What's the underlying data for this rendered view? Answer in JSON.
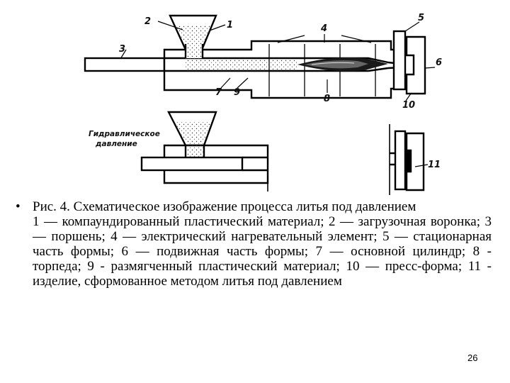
{
  "figure": {
    "labels": {
      "l1": "1",
      "l2": "2",
      "l3": "3",
      "l4": "4",
      "l5": "5",
      "l6": "6",
      "l7": "7",
      "l8": "8",
      "l9": "9",
      "l10": "10",
      "l11": "11"
    },
    "hydraulic_line1": "Гидравлическое",
    "hydraulic_line2": "давление"
  },
  "caption": {
    "bullet": "•",
    "title": "Рис. 4. Схематическое изображение процесса литья под давлением",
    "legend": "1 — компаундированный пластический материал; 2 — загрузочная воронка; 3 — поршень; 4 — электрический нагревательный элемент; 5 — стационарная часть формы; 6 — подвижная часть формы; 7 — основной цилиндр; 8 - торпеда; 9 - размягченный пластический материал; 10 — пресс-форма; 11 - изделие, сформованное методом литья под давлением"
  },
  "page_number": "26"
}
